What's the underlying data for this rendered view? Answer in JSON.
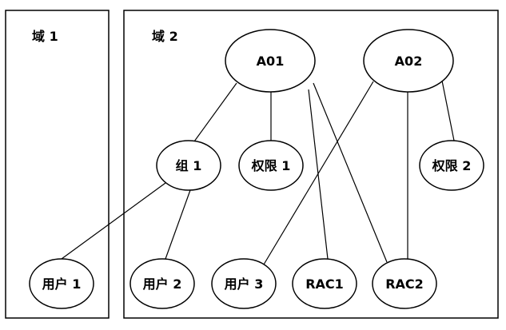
{
  "domains": [
    {
      "id": "domain-1",
      "label": "域 1"
    },
    {
      "id": "domain-2",
      "label": "域 2"
    }
  ],
  "nodes": [
    {
      "id": "a01",
      "label": "A01"
    },
    {
      "id": "a02",
      "label": "A02"
    },
    {
      "id": "group-1",
      "label": "组 1"
    },
    {
      "id": "permission-1",
      "label": "权限 1"
    },
    {
      "id": "permission-2",
      "label": "权限 2"
    },
    {
      "id": "user-1",
      "label": "用户 1"
    },
    {
      "id": "user-2",
      "label": "用户 2"
    },
    {
      "id": "user-3",
      "label": "用户 3"
    },
    {
      "id": "rac1",
      "label": "RAC1"
    },
    {
      "id": "rac2",
      "label": "RAC2"
    }
  ],
  "edges": [
    {
      "from": "a01",
      "to": "group-1"
    },
    {
      "from": "a01",
      "to": "permission-1"
    },
    {
      "from": "a01",
      "to": "rac1"
    },
    {
      "from": "a01",
      "to": "rac2"
    },
    {
      "from": "a02",
      "to": "user-3"
    },
    {
      "from": "a02",
      "to": "rac2"
    },
    {
      "from": "a02",
      "to": "permission-2"
    },
    {
      "from": "group-1",
      "to": "user-1"
    },
    {
      "from": "group-1",
      "to": "user-2"
    }
  ],
  "colors": {
    "stroke": "#000000",
    "fill": "#ffffff",
    "text": "#000000"
  }
}
